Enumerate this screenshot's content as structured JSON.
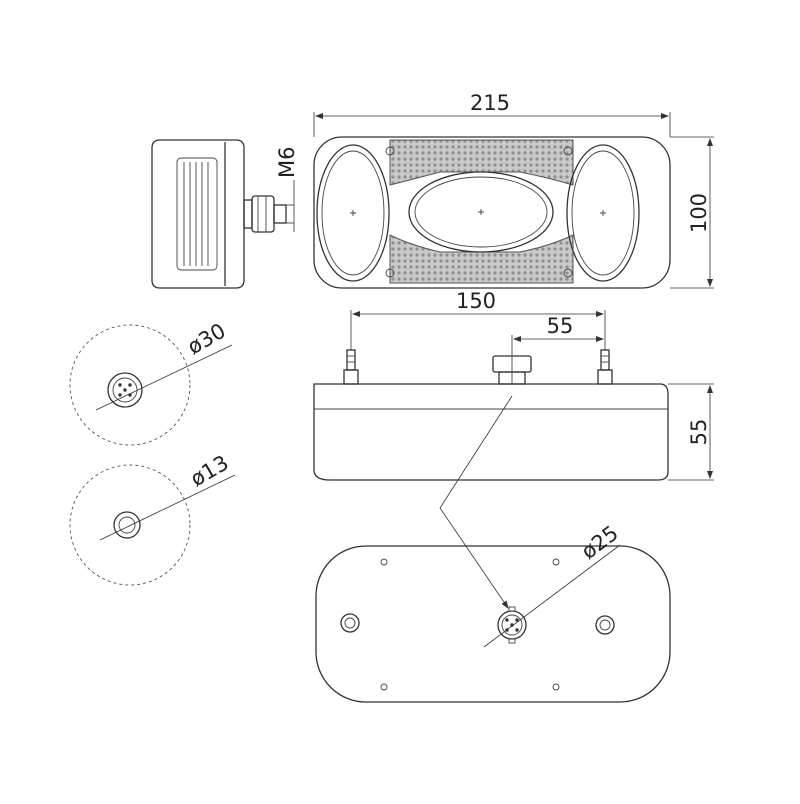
{
  "drawing": {
    "colors": {
      "line": "#333333",
      "reflector": "#bdbdbd",
      "background": "#ffffff"
    },
    "dimensions": {
      "overall_width": "215",
      "overall_height": "100",
      "stud_thread": "M6",
      "stud_spacing": "150",
      "connector_offset": "55",
      "body_depth": "55",
      "stud_hole_diameter": "ø30",
      "gland_hole_diameter": "ø13",
      "connector_diameter": "ø25"
    },
    "views": {
      "front": "front-view",
      "side": "side-view",
      "top": "top-view",
      "back": "back-view",
      "detail_connector": "connector-hole-detail",
      "detail_gland": "gland-hole-detail"
    }
  }
}
